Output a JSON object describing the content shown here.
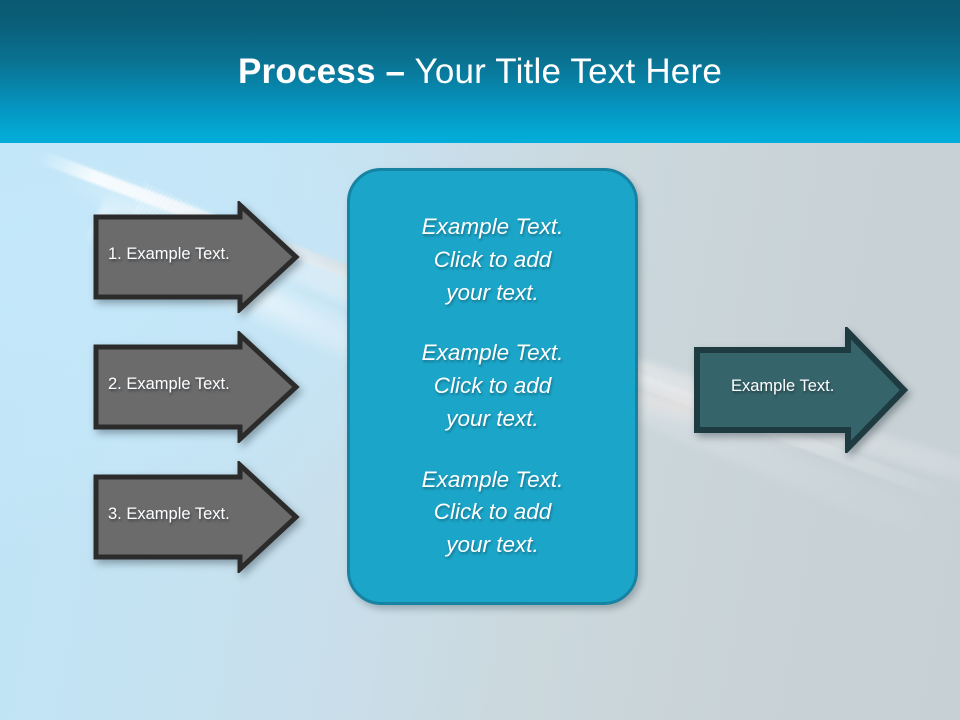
{
  "slide": {
    "title_bold": "Process –",
    "title_regular": " Your Title Text Here",
    "header_gradient_top": "#0b5a73",
    "header_gradient_bottom": "#01addb",
    "background_left": "#bfe5f7",
    "background_right": "#c7d1d5"
  },
  "process": {
    "input_steps": [
      {
        "label": "1. Example Text.",
        "fill": "#6b6b6b",
        "stroke": "#2b2b2b"
      },
      {
        "label": "2. Example Text.",
        "fill": "#6b6b6b",
        "stroke": "#2b2b2b"
      },
      {
        "label": "3. Example Text.",
        "fill": "#6b6b6b",
        "stroke": "#2b2b2b"
      }
    ],
    "center_box": {
      "fill": "#1ba5c8",
      "stroke": "#1683a3",
      "paragraphs": [
        "Example Text.\nClick  to add\nyour text.",
        "Example Text.\nClick  to add\nyour text.",
        "Example Text.\nClick  to add\nyour text."
      ]
    },
    "output_step": {
      "label": "Example Text.",
      "fill": "#35656a",
      "stroke": "#1d3b40"
    }
  }
}
